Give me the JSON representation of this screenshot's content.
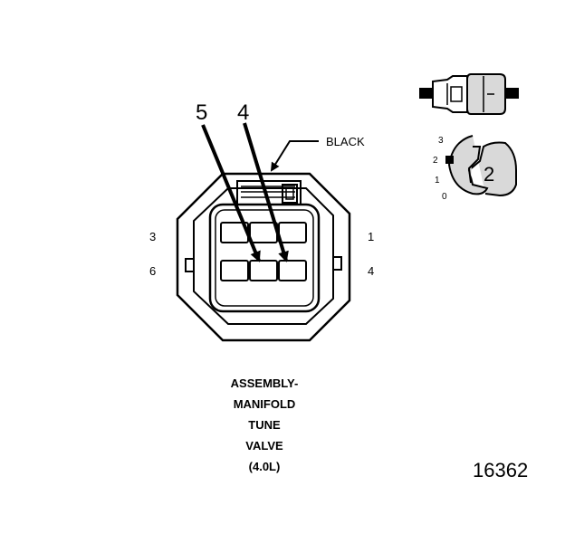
{
  "callouts": {
    "arrow_left": "5",
    "arrow_right": "4",
    "color": "BLACK"
  },
  "cavity_numbers": {
    "top_left": "3",
    "bottom_left": "6",
    "top_right": "1",
    "bottom_right": "4"
  },
  "caption": {
    "line1": "ASSEMBLY-",
    "line2": "MANIFOLD",
    "line3": "TUNE",
    "line4": "VALVE",
    "line5": "(4.0L)"
  },
  "inset": {
    "scale_3": "3",
    "scale_2": "2",
    "scale_1": "1",
    "scale_0": "0",
    "big_number": "2"
  },
  "figure_number": "16362",
  "colors": {
    "ink": "#000000",
    "background": "#ffffff",
    "shade": "#d9d9d9"
  }
}
